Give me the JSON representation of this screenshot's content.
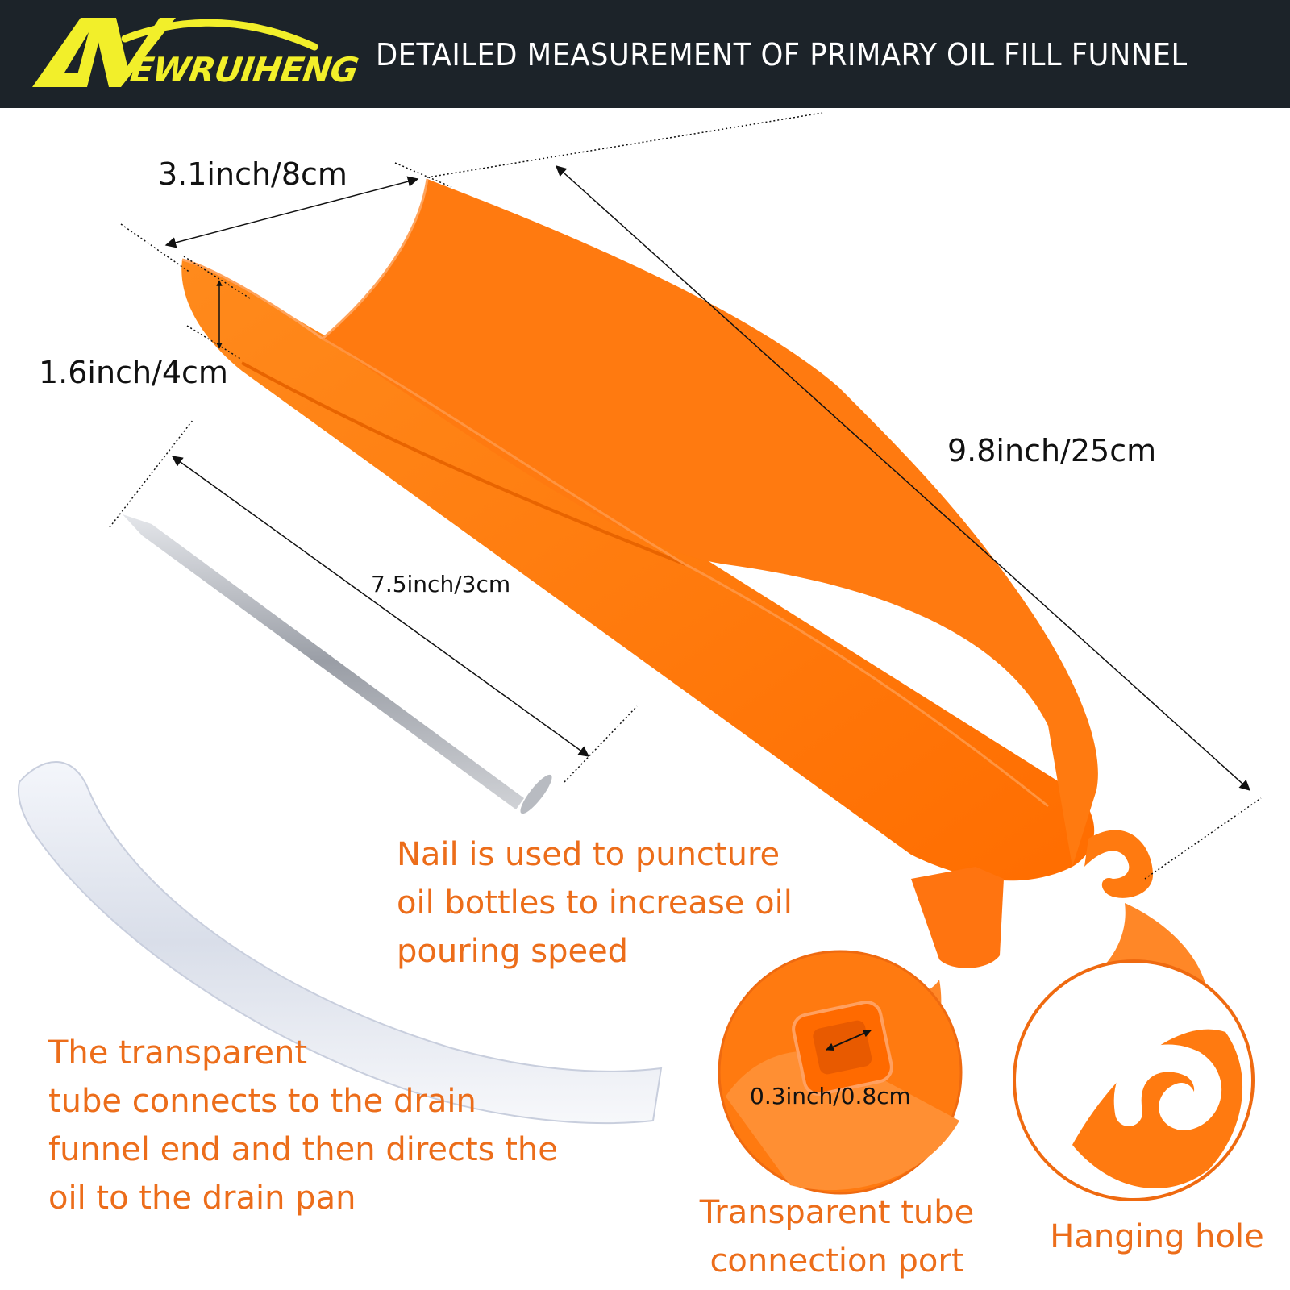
{
  "header": {
    "brand": "EWRUIHENG",
    "title": "DETAILED MEASUREMENT OF PRIMARY OIL FILL FUNNEL"
  },
  "dimensions": {
    "width": "3.1inch/8cm",
    "height": "1.6inch/4cm",
    "length": "9.8inch/25cm",
    "nail_length": "7.5inch/3cm",
    "port_size": "0.3inch/0.8cm"
  },
  "callouts": {
    "nail": [
      "Nail is used to puncture",
      "oil bottles to increase oil",
      "pouring speed"
    ],
    "tube": [
      "The transparent",
      "tube connects to the drain",
      "funnel end and then directs the",
      "oil to the drain pan"
    ],
    "port": [
      "Transparent tube",
      "connection port"
    ],
    "hook": [
      "Hanging hole"
    ]
  },
  "colors": {
    "header_bg": "#1c2329",
    "brand_yellow": "#f2ef2a",
    "funnel_orange": "#ff7a10",
    "callout_orange": "#ec6d1a"
  }
}
